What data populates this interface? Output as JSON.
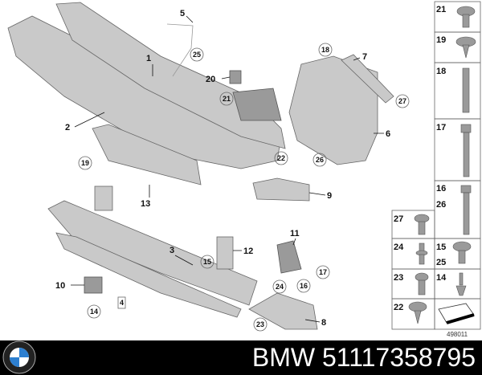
{
  "diagram": {
    "callouts": [
      "5",
      "1",
      "7",
      "20",
      "2",
      "6",
      "13",
      "9",
      "11",
      "12",
      "3",
      "10",
      "8"
    ],
    "circled_callouts": [
      "25",
      "18",
      "21",
      "27",
      "19",
      "22",
      "26",
      "15",
      "16",
      "17",
      "24",
      "14",
      "23"
    ],
    "boxed_callout": "4",
    "fastener_panel": [
      "21",
      "19",
      "18",
      "17",
      "16",
      "26",
      "27",
      "24",
      "15",
      "25",
      "23",
      "14",
      "22"
    ],
    "drawing_number": "498011"
  },
  "footer": {
    "logo_text": "BMW",
    "title": "BMW 51117358795",
    "background": "#000000"
  }
}
